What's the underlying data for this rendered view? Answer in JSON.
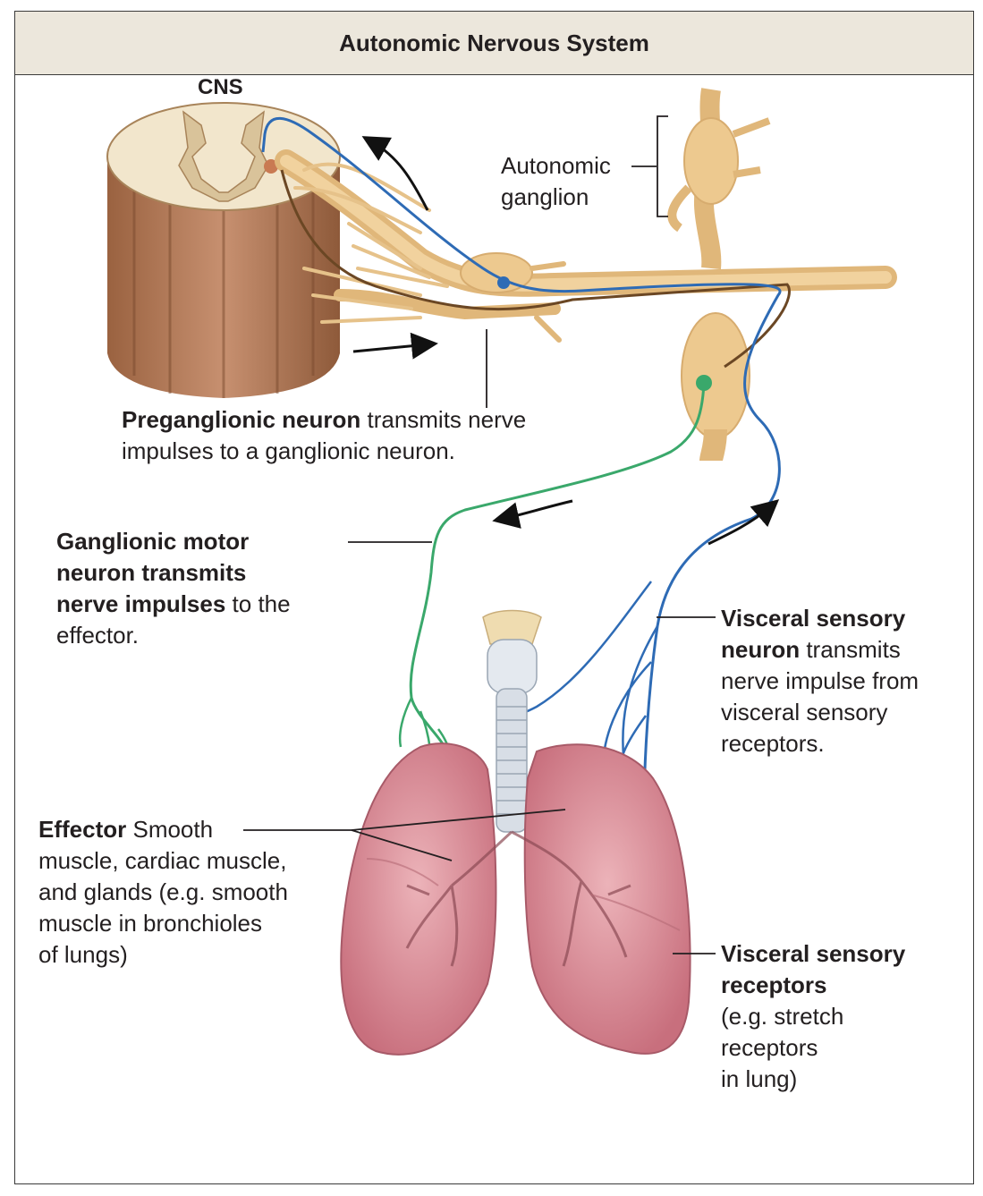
{
  "title": "Autonomic Nervous System",
  "cns_label": "CNS",
  "autonomic_ganglion": {
    "line1": "Autonomic",
    "line2": "ganglion"
  },
  "preganglionic": {
    "bold": "Preganglionic neuron",
    "rest_line1": " transmits nerve",
    "line2": "impulses to a ganglionic neuron."
  },
  "ganglionic_motor": {
    "bold1": "Ganglionic motor",
    "bold2": "neuron transmits",
    "bold3": "nerve impulses",
    "rest3": " to the",
    "line4": "effector."
  },
  "visceral_sensory_neuron": {
    "bold1": "Visceral sensory",
    "bold2": "neuron",
    "rest2": " transmits",
    "line3": "nerve impulse from",
    "line4": "visceral sensory",
    "line5": "receptors."
  },
  "effector": {
    "bold": "Effector",
    "rest1": " Smooth",
    "line2": "muscle, cardiac muscle,",
    "line3": "and glands (e.g. smooth",
    "line4": "muscle in bronchioles",
    "line5": "of lungs)"
  },
  "visceral_sensory_receptors": {
    "bold1": "Visceral sensory",
    "bold2": "receptors",
    "line3": "(e.g. stretch",
    "line4": "receptors",
    "line5": "in lung)"
  },
  "colors": {
    "nerve_tan": "#e8c58f",
    "motor_green": "#3aa86b",
    "sensory_blue": "#2e6bb5",
    "lung_pink": "#d98a95",
    "cord_brown": "#a8704a"
  }
}
